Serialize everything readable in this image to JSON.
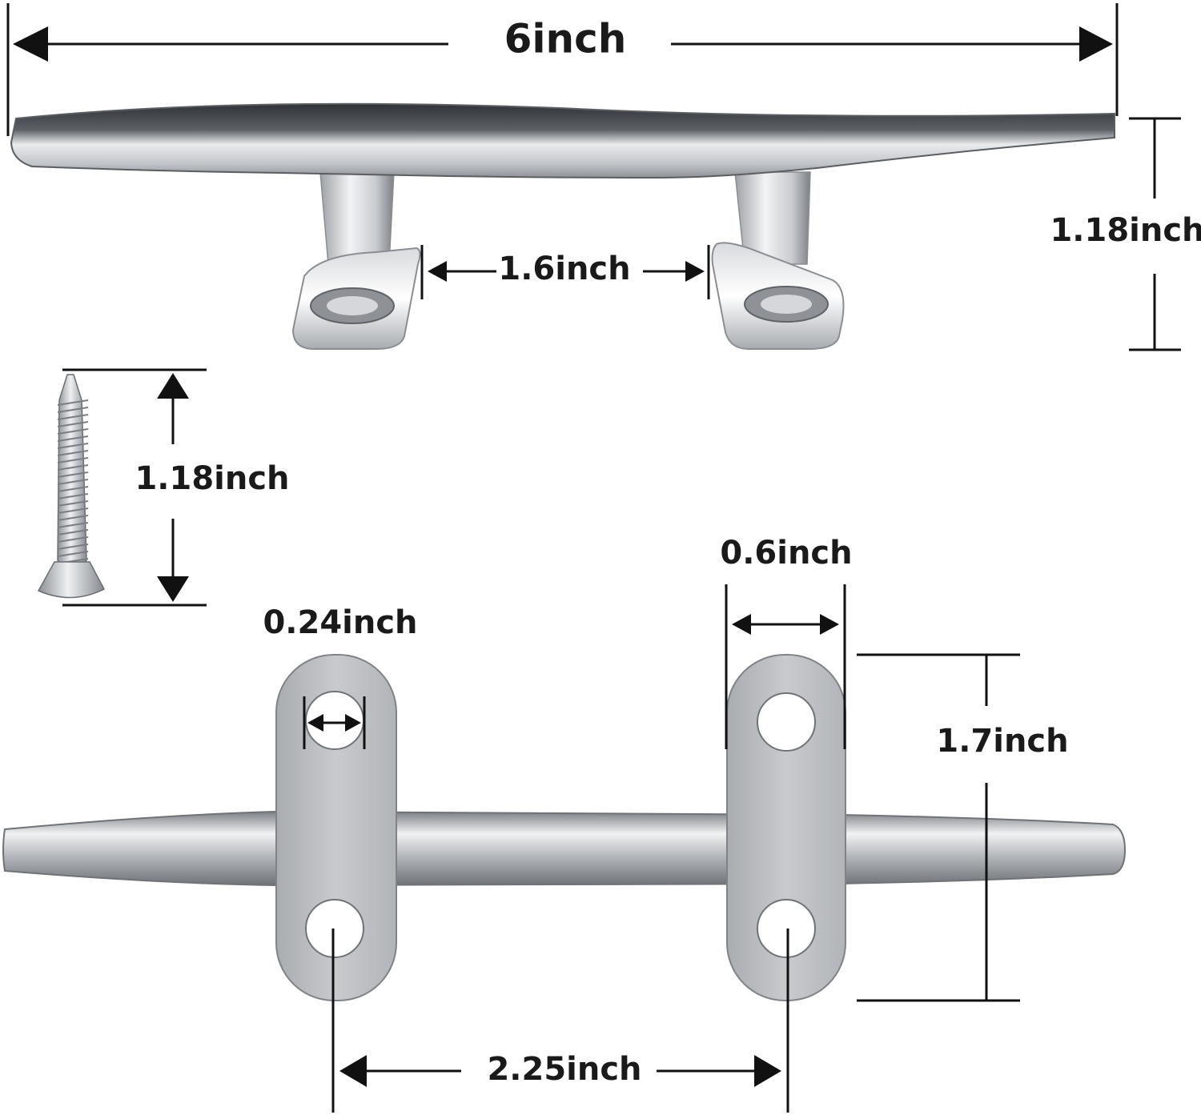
{
  "labels": {
    "overall_length": "6inch",
    "horn_spacing": "1.6inch",
    "cleat_height": "1.18inch",
    "screw_length": "1.18inch",
    "base_width": "0.6inch",
    "hole_diameter": "0.24inch",
    "base_length": "1.7inch",
    "hole_spacing": "2.25inch"
  },
  "colors": {
    "dimension": "#111111",
    "metal_light": "#e6e8ea",
    "metal_mid": "#b9bcc0",
    "metal_dark": "#3c3f44",
    "background": "#ffffff"
  }
}
